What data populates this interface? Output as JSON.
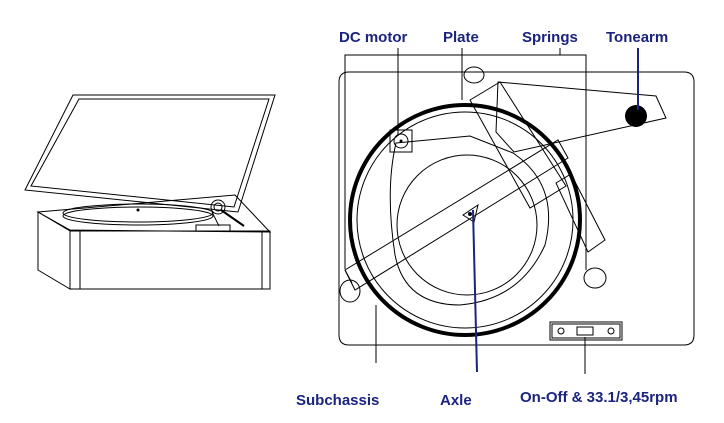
{
  "labels": {
    "dc_motor": "DC motor",
    "plate": "Plate",
    "springs": "Springs",
    "tonearm": "Tonearm",
    "subchassis": "Subchassis",
    "axle": "Axle",
    "switch": "On-Off & 33.1/3,45rpm"
  },
  "colors": {
    "label": "#1a237e",
    "line": "#000000",
    "background": "#ffffff"
  }
}
